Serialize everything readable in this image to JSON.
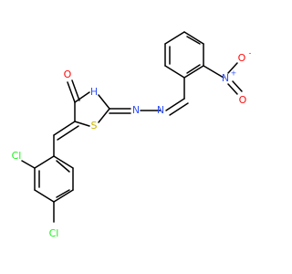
{
  "molecule": {
    "atoms": {
      "o_carbonyl": {
        "text": "O",
        "color": "#ff0d0d"
      },
      "nh": {
        "text": "H",
        "color": "#3050f8"
      },
      "n_hydrazone_1": {
        "text": "N",
        "color": "#3050f8"
      },
      "n_hydrazone_2": {
        "text": "N",
        "color": "#3050f8"
      },
      "s_ring": {
        "text": "S",
        "color": "#c8b400"
      },
      "n_nitro": {
        "text": "N",
        "color": "#3050f8",
        "charge": "+"
      },
      "o_nitro_up": {
        "text": "O",
        "color": "#ff0d0d",
        "charge": "-"
      },
      "o_nitro_down": {
        "text": "O",
        "color": "#ff0d0d"
      },
      "cl_ortho": {
        "text": "Cl",
        "color": "#1ff01f"
      },
      "cl_para": {
        "text": "Cl",
        "color": "#1ff01f"
      }
    }
  }
}
